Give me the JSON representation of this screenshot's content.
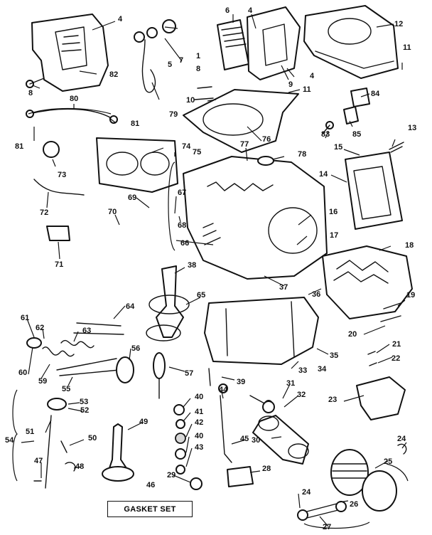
{
  "diagram": {
    "callouts": [
      "4",
      "82",
      "8",
      "5",
      "7",
      "1",
      "79",
      "6",
      "4",
      "8",
      "9",
      "4",
      "12",
      "11",
      "10",
      "11",
      "76",
      "84",
      "85",
      "83",
      "13",
      "80",
      "81",
      "81",
      "73",
      "74",
      "75",
      "77",
      "78",
      "15",
      "14",
      "72",
      "69",
      "67",
      "70",
      "68",
      "16",
      "66",
      "17",
      "18",
      "71",
      "38",
      "65",
      "37",
      "36",
      "19",
      "64",
      "61",
      "62",
      "63",
      "60",
      "59",
      "56",
      "55",
      "57",
      "39",
      "33",
      "34",
      "35",
      "21",
      "20",
      "22",
      "53",
      "52",
      "51",
      "54",
      "50",
      "49",
      "40",
      "41",
      "42",
      "40",
      "43",
      "44",
      "45",
      "31",
      "32",
      "30",
      "23",
      "24",
      "25",
      "47",
      "48",
      "29",
      "28",
      "24",
      "26",
      "27",
      "46"
    ],
    "gasket_label": "GASKET SET"
  }
}
